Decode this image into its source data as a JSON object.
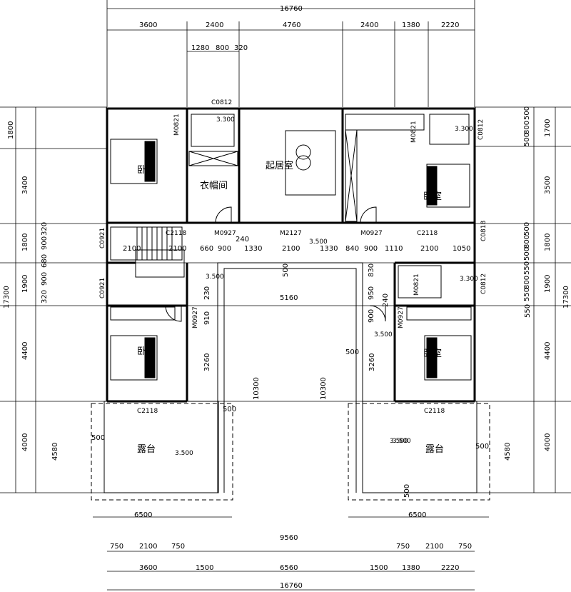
{
  "dimensions": {
    "top_total": "16760",
    "top_segments": [
      "3600",
      "2400",
      "4760",
      "2400",
      "1380",
      "2220"
    ],
    "top_sub": [
      "1280",
      "800",
      "320"
    ],
    "bottom_total": "16760",
    "bottom_segments": [
      "3600",
      "1500",
      "6560",
      "1500",
      "1380",
      "2220"
    ],
    "bottom_sub_left": [
      "750",
      "2100",
      "750"
    ],
    "bottom_sub_right": [
      "750",
      "2100",
      "750"
    ],
    "bottom_mid": "9560",
    "terrace_width_left": "6500",
    "terrace_width_right": "6500",
    "left_total": "17300",
    "left_segments": [
      "1800",
      "3400",
      "1800",
      "1900",
      "4400",
      "4000"
    ],
    "left_extra": "4580",
    "right_total": "17300",
    "right_segments": [
      "1700",
      "3500",
      "1800",
      "1900",
      "550",
      "4400",
      "4000"
    ],
    "right_extra": "4580",
    "left_small": [
      "320",
      "900",
      "680",
      "900",
      "320"
    ],
    "right_small": [
      "500",
      "800",
      "500",
      "500",
      "800",
      "500",
      "550",
      "800",
      "550"
    ],
    "depth_left": "3260",
    "depth_right": "3260",
    "courtyard_width": "5160",
    "courtyard_depth_left": "10300",
    "courtyard_depth_right": "10300",
    "corridor": [
      "2100",
      "2100",
      "660",
      "900",
      "1330",
      "2100",
      "1330",
      "840",
      "900",
      "1110",
      "2100",
      "1050"
    ],
    "misc": [
      "500",
      "500",
      "500",
      "500",
      "500",
      "830",
      "950",
      "900",
      "240",
      "910",
      "230",
      "240",
      "500"
    ]
  },
  "rooms": {
    "bedroom_nw": "卧室",
    "wardrobe": "衣帽间",
    "living": "起居室",
    "bedroom_ne": "卧室",
    "bedroom_sw": "卧室",
    "bedroom_se": "卧室",
    "terrace_left": "露台",
    "terrace_right": "露台"
  },
  "codes": {
    "c0812_top": "C0812",
    "m0821_nw": "M0821",
    "m0821_ne": "M0821",
    "c0812_ne": "C0812",
    "c2118_1": "C2118",
    "m0927_1": "M0927",
    "m2127": "M2127",
    "m0927_2": "M0927",
    "c2118_2": "C2118",
    "c0818": "C0818",
    "c0921_1": "C0921",
    "c0921_2": "C0921",
    "m0927_sw": "M0927",
    "m0927_se": "M0927",
    "m0821_se": "M0821",
    "c0812_se": "C0812",
    "c2118_sw": "C2118",
    "c2118_se": "C2118"
  },
  "levels": {
    "l1": "3.300",
    "l2": "3.300",
    "l3": "3.500",
    "l4": "3.500",
    "l5": "3.500",
    "l6": "3.300",
    "l7": "3.500",
    "l8": "3.500",
    "l9": "3.500"
  }
}
